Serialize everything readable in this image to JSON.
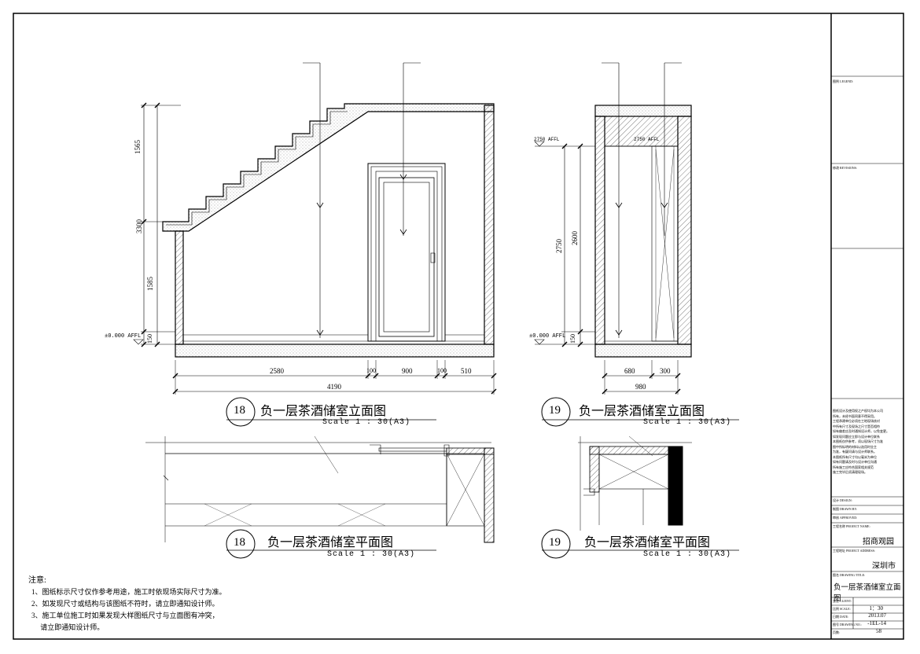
{
  "title_block": {
    "legend_label": "图例 LEGEND:",
    "revisions_label": "修改 REVISIONS:",
    "notes_text": [
      "图纸设计及使用权之产权均为本公司",
      "所有，未经书面同意不得采用。",
      "工程承建单位必须在工地现场核对",
      "中所有尺寸及现场之尺寸是否相符",
      "如有偏差应及时通知设计师，以免变更。",
      "如发现问题应立即与设计单位联系",
      "本图纸仅供参考，须以现场尺寸为准",
      "图中所标明的材料以选用时业主",
      "为准，有疑问请与设计师联系。",
      "本图纸所有尺寸均以毫米为单位",
      "如有问题请及时与设计单位沟通",
      "所有施工应符合国家相关规范",
      "施工完毕后须清理现场。"
    ],
    "design_label": "设计 DESIGN:",
    "drawn_label": "制图 DRAWN BY:",
    "approved_label": "审核 APPROVED:",
    "project_name_label": "工程名称 PROJECT NAME:",
    "project_name": "招商观园",
    "project_address_label": "工程地址 PROJECT ADDRESS:",
    "project_address": "深圳市",
    "drawing_title_label": "图名 DRAWING TITLE:",
    "drawing_title": "负一层茶酒储室立面图",
    "client_label": "业主 CLIENT:",
    "scale_label": "比例 SCALE:",
    "scale": "1：30",
    "date_label": "日期 DATE:",
    "date": "2013.07",
    "drawing_no_label": "图号 DRAWING NO.:",
    "drawing_no": "-1EL-14",
    "page_label": "页数:",
    "page": "58"
  },
  "views": [
    {
      "number": "18",
      "title": "负一层茶酒储室立面图",
      "scale": "Scale 1 : 30(A3)"
    },
    {
      "number": "19",
      "title": "负一层茶酒储室立面图",
      "scale": "Scale 1 : 30(A3)"
    },
    {
      "number": "18",
      "title": "负一层茶酒储室平面图",
      "scale": "Scale 1 : 30(A3)"
    },
    {
      "number": "19",
      "title": "负一层茶酒储室平面图",
      "scale": "Scale 1 : 30(A3)"
    }
  ],
  "dims": {
    "elev18_vertical": [
      "1565",
      "3300",
      "1585",
      "150"
    ],
    "elev18_level": "±0.000 AFFL",
    "elev18_horizontal": [
      "2580",
      "100",
      "900",
      "100",
      "510"
    ],
    "elev18_total": "4190",
    "elev19_top_level": "2750 AFFL",
    "elev19_inner_level": "2750 AFFL",
    "elev19_vertical": [
      "2750",
      "2600",
      "150"
    ],
    "elev19_level": "±0.000 AFFL",
    "elev19_horizontal": [
      "680",
      "300"
    ],
    "elev19_total": "980"
  },
  "notes": {
    "title": "注意:",
    "lines": [
      "1、图纸标示尺寸仅作参考用途，施工时依现场实际尺寸为准。",
      "2、如发现尺寸或结构与该图纸不符时，请立即通知设计师。",
      "3、施工单位施工时如果发现大样图纸尺寸与立面图有冲突，",
      "　 请立即通知设计师。"
    ]
  }
}
